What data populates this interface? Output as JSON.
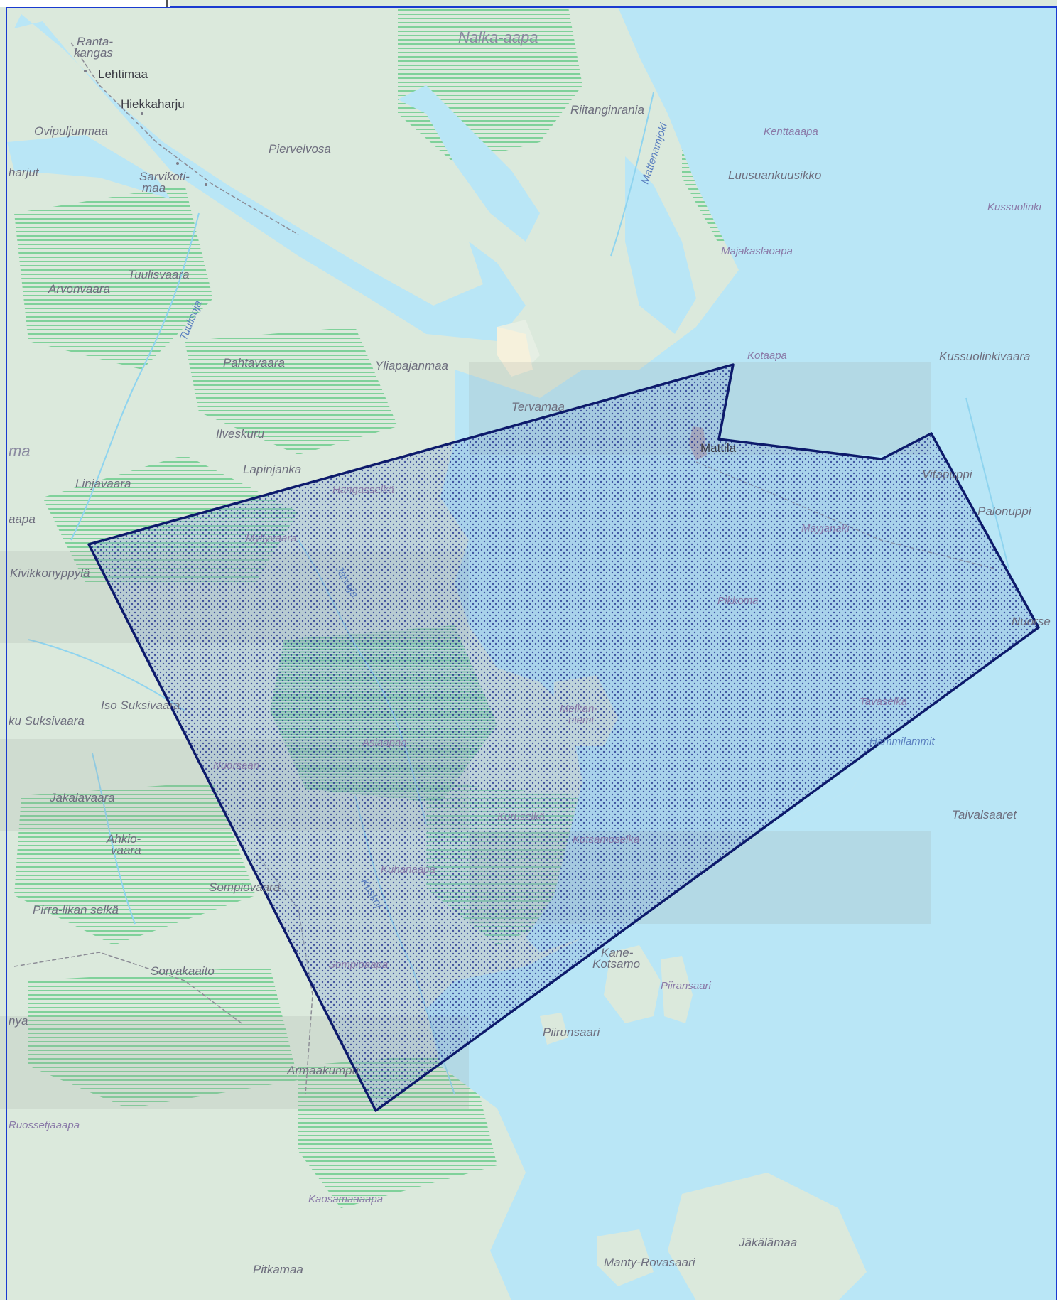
{
  "colors": {
    "water": "#b9e6f6",
    "land": "#dbe9dc",
    "land_light": "#e6efe4",
    "marsh_stripe": "#7fd19a",
    "river": "#8fd4ef",
    "area_outline": "#0d1a6b",
    "area_fill": "rgba(140,175,215,0.35)",
    "area_dots": "#1b2a8a",
    "frame": "#1a3ad0",
    "road": "#8c8c96",
    "settlement": "#b7a7b4"
  },
  "labels": {
    "nalka_aapa": "Nalka-aapa",
    "rantakangas_1": "Ranta-",
    "rantakangas_2": "kangas",
    "lehtimaa": "Lehtimaa",
    "hiekkaharju": "Hiekkaharju",
    "ovipuljunmaa": "Ovipuljunmaa",
    "harjut": "harjut",
    "sarvikoti_1": "Sarvikoti-",
    "sarvikoti_2": "maa",
    "piervelvosa": "Piervelvosa",
    "riitanginrania": "Riitanginrania",
    "mattenamjoki": "Mattenamjoki",
    "kenttaaapa": "Kenttaaapa",
    "luusuankuusikko": "Luusuankuusikko",
    "kussuolinki": "Kussuolinki",
    "majakaslaoapa": "Majakaslaoapa",
    "tuulisvaara": "Tuulisvaara",
    "arvonvaara": "Arvonvaara",
    "tuulisoja": "Tuulisoja",
    "pahtavaara": "Pahtavaara",
    "yliapajanmaa": "Yliapajanmaa",
    "kotaapa": "Kotaapa",
    "kussuolinkivaara": "Kussuolinkivaara",
    "tervamaa": "Tervamaa",
    "ilveskuru": "Ilveskuru",
    "mattila": "Mattila",
    "ma": "ma",
    "lapinjanka": "Lapinjanka",
    "hangasselka": "Hangasselkä",
    "linjavaara": "Linjavaara",
    "vitapuppi": "Vitapuppi",
    "mayjanaki": "Mayjanaki",
    "palonuppi": "Palonuppi",
    "aapa": "aapa",
    "myllyvaara": "Myllyvaara",
    "kivikkonyppyla": "Kivikkonyppylä",
    "jarvoja": "Jarvoja",
    "pikkoma": "Pikkoma",
    "nuorse": "Nuorse",
    "iso_suksivaara": "Iso Suksivaara",
    "tavaselka": "Tavaselkä",
    "melkanniemi_1": "Melkan-",
    "melkanniemi_2": "niemi",
    "hammilammit": "Hammilammit",
    "ku_suksivaara": "ku Suksivaara",
    "asiaapaa": "Asiaapaa",
    "nuorsaari": "Nuorsaari",
    "jakalavaara": "Jakalavaara",
    "taivalsaaret": "Taivalsaaret",
    "kuruselka": "Kuruselkä",
    "ahkio_1": "Ahkio-",
    "ahkio_2": "vaara",
    "kotsamoselka": "Kotsamoselkä",
    "kuhanaapa": "Kuhanaapa",
    "sompiovaara": "Sompiovaara",
    "kuskoj": "Kuskoj",
    "pirralikan_selka": "Pirra-likan selkä",
    "kane_kotsamo_1": "Kane-",
    "kane_kotsamo_2": "Kotsamo",
    "sorvakaaito": "Sorvakaaito",
    "sompioaapa": "Sompioaapa",
    "piiransaari": "Piiransaari",
    "piirunsaari": "Piirunsaari",
    "nya": "nya",
    "armaakumpu": "Armaakumpu",
    "ruossetjaaapa": "Ruossetjaaapa",
    "kaosamaaaapa": "Kaosamaaaapa",
    "jakalamaa": "Jäkälämaa",
    "pitkamaa": "Pitkamaa",
    "manty_rovasaari": "Manty-Rovasaari"
  }
}
